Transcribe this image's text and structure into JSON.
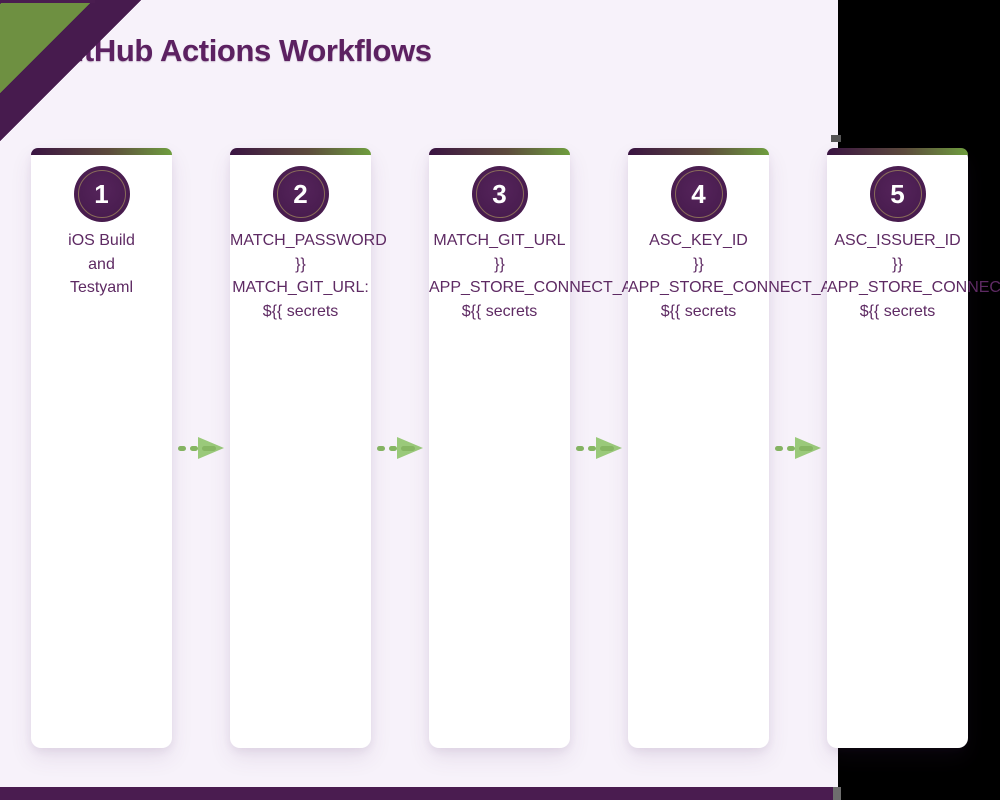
{
  "header": {
    "title": "GitHub Actions Workflows"
  },
  "workflow": {
    "cards": [
      {
        "number": "1",
        "lines": [
          "iOS Build",
          "and",
          "Testyaml"
        ]
      },
      {
        "number": "2",
        "lines": [
          "MATCH_PASSWORD",
          "}}",
          "MATCH_GIT_URL:",
          "${{ secrets"
        ]
      },
      {
        "number": "3",
        "lines": [
          "MATCH_GIT_URL",
          "}}",
          "APP_STORE_CONNECT_API_KEY_ID:",
          "${{ secrets"
        ]
      },
      {
        "number": "4",
        "lines": [
          "ASC_KEY_ID",
          "}}",
          "APP_STORE_CONNECT_API_ISSUER_ID:",
          "${{ secrets"
        ]
      },
      {
        "number": "5",
        "lines": [
          "ASC_ISSUER_ID",
          "}}",
          "APP_STORE_CONNECT_API_KEY:",
          "${{ secrets"
        ]
      }
    ],
    "arrow_count": 4
  },
  "colors": {
    "canvas_background": "#000000",
    "page_background": "#f7f2fa",
    "title_text": "#5c2161",
    "body_text": "#5e2a63",
    "ribbon_green": "#6e9041",
    "ribbon_purple": "#471b4e",
    "card_bar_start": "#3a1442",
    "card_bar_end": "#6f9e3e",
    "circle_purple": "#471b4d",
    "arrow_green": "#9ac97a",
    "footer_purple": "#4a1c50"
  }
}
